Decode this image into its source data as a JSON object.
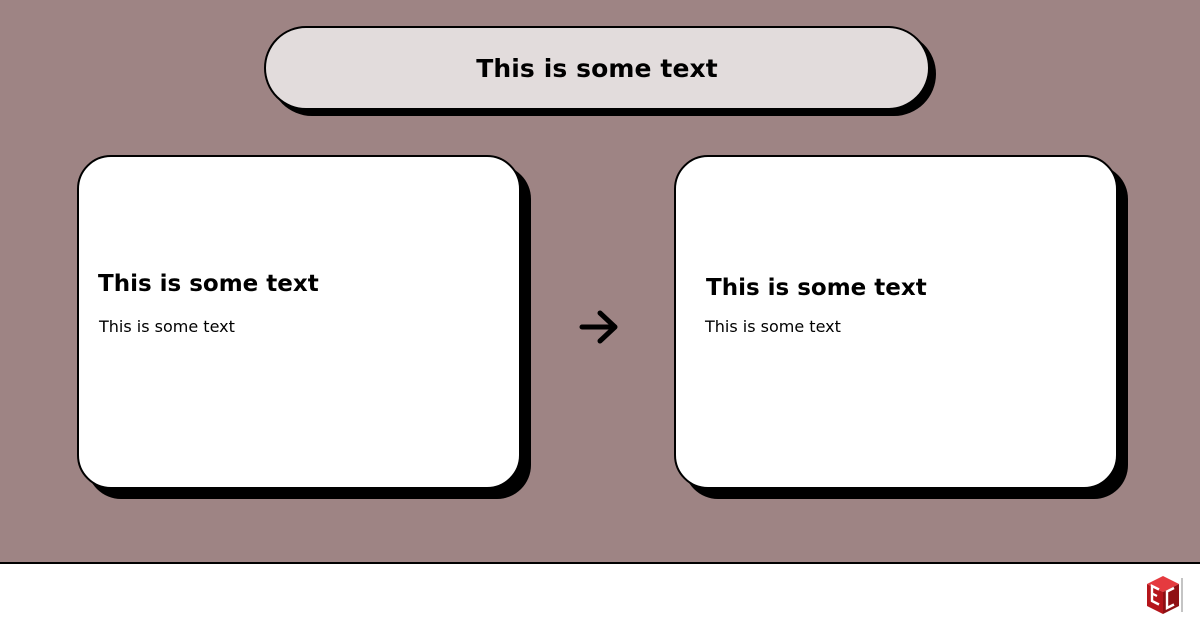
{
  "header": {
    "text": "This is some text"
  },
  "cards": [
    {
      "title": "This is some text",
      "body": "This is some text"
    },
    {
      "title": "This is some text",
      "body": "This is some text"
    }
  ],
  "icons": {
    "connector": "arrow-right-icon",
    "brand": "logo-icon"
  },
  "colors": {
    "background": "#9e8484",
    "pill_fill": "#e2dcdc",
    "card_fill": "#ffffff",
    "outline": "#000000",
    "brand": "#c41e24"
  }
}
